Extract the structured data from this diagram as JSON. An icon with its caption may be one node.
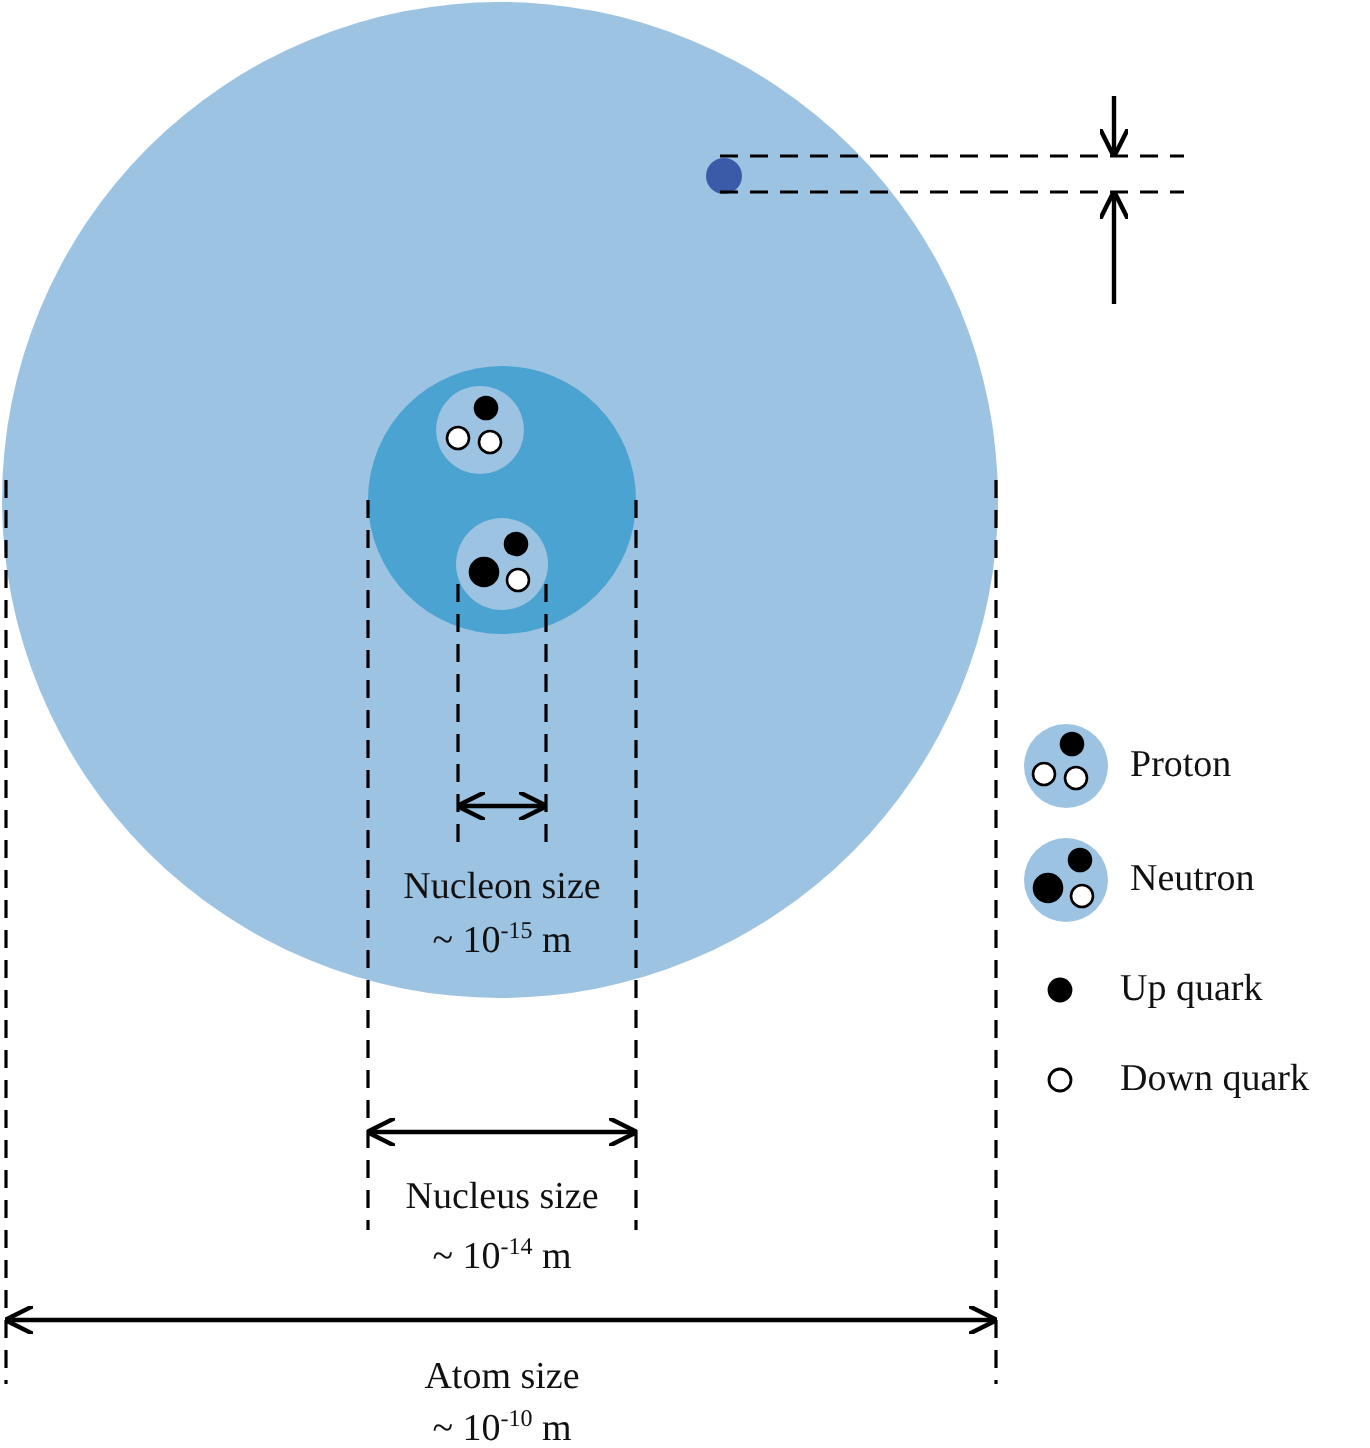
{
  "diagram": {
    "labels": [
      "Nucleon size",
      "~ 10$^{-15}$ m",
      "Nucleus size",
      "~ 10$^{-14}$ m",
      "Atom size",
      "~ 10$^{-10}$ m"
    ],
    "legend": [
      {
        "text": "Proton"
      },
      {
        "text": "Neutron"
      },
      {
        "text": "Up quark"
      },
      {
        "text": "Down quark"
      }
    ]
  }
}
